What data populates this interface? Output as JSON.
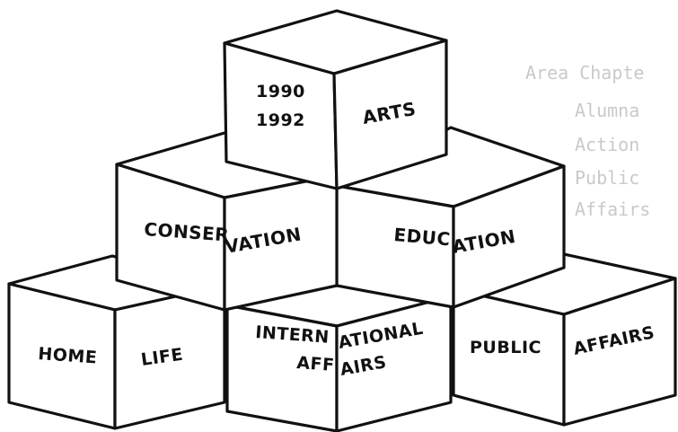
{
  "blocks": {
    "top": {
      "year_line_1": "1990",
      "year_line_2": "1992",
      "right_label": "ARTS"
    },
    "middle_left": {
      "left_label": "CONSER",
      "right_label": "VATION"
    },
    "middle_right": {
      "left_label": "EDUC",
      "right_label": "ATION"
    },
    "bottom_left": {
      "left_label": "HOME",
      "right_label": "LIFE"
    },
    "bottom_middle": {
      "left_line_1": "INTERN",
      "left_line_2": "AFF",
      "right_line_1": "ATIONAL",
      "right_line_2": "AIRS"
    },
    "bottom_right": {
      "left_label": "PUBLIC",
      "right_label": "AFFAIRS"
    }
  },
  "bleed_through_text": [
    "Area Chapte",
    "Alumna",
    "Action",
    "Public",
    "Affairs"
  ],
  "colors": {
    "ink": "#111111",
    "paper": "#ffffff",
    "bleed": "#c9c9c9"
  }
}
